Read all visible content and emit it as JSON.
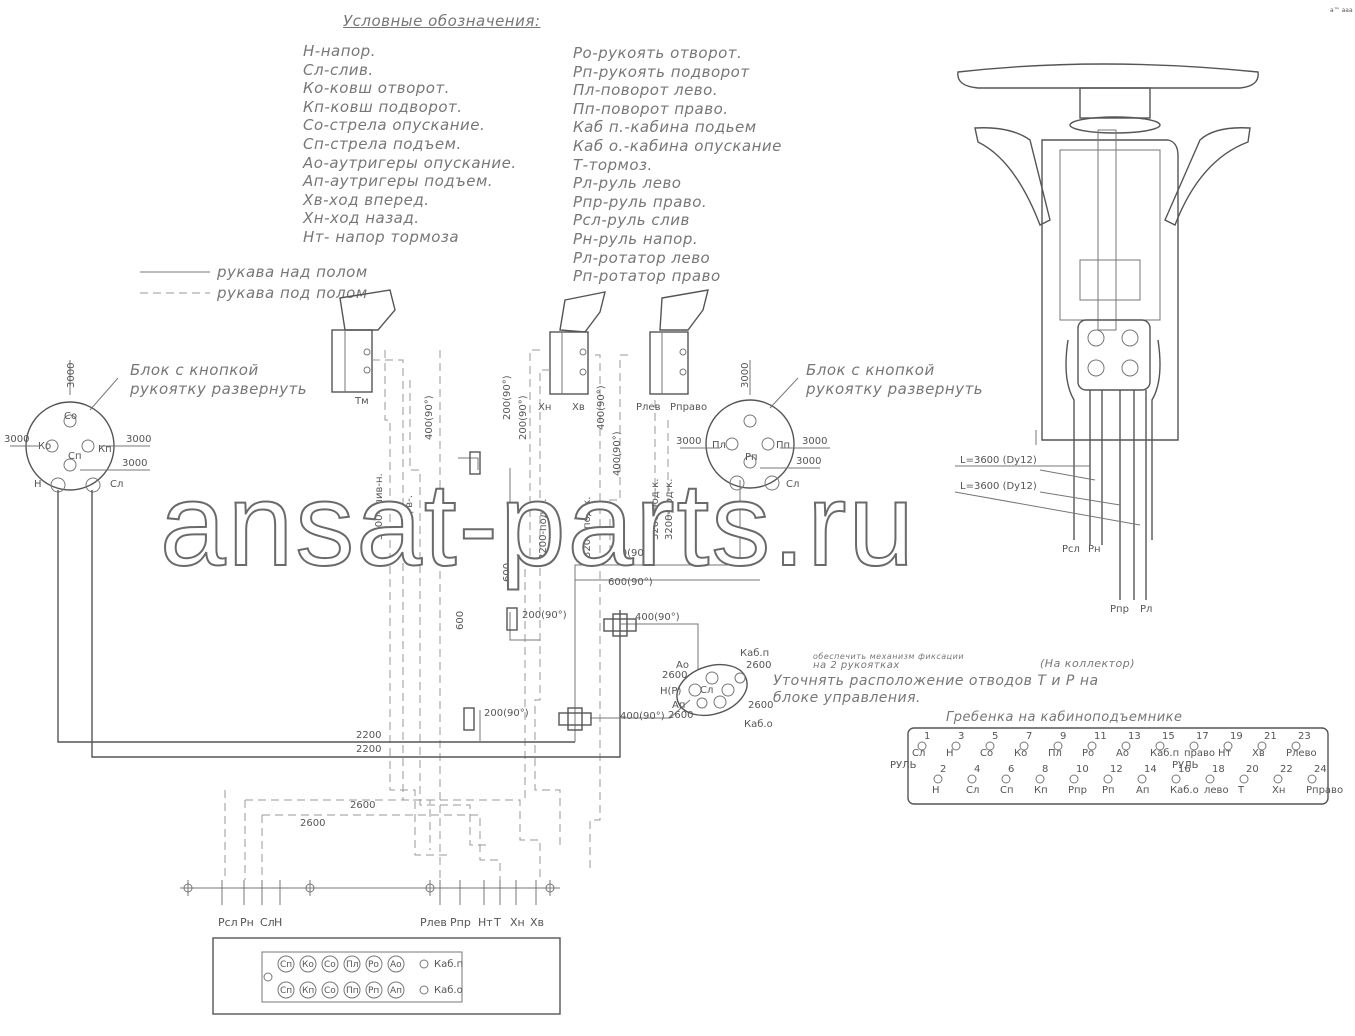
{
  "legend": {
    "title": "Условные обозначения:",
    "col1": [
      "Н-напор.",
      "Сл-слив.",
      "Ко-ковш отворот.",
      "Кп-ковш подворот.",
      "Со-стрела опускание.",
      "Сп-стрела подъем.",
      "Ао-аутригеры опускание.",
      "Ап-аутригеры подъем.",
      "Хв-ход вперед.",
      "Хн-ход назад.",
      "Нт- напор тормоза"
    ],
    "col2": [
      "Ро-рукоять отворот.",
      "Рп-рукоять подворот",
      "Пл-поворот лево.",
      "Пп-поворот право.",
      "Каб п.-кабина подьем",
      "Каб о.-кабина опускание",
      "Т-тормоз.",
      "Рл-руль лево",
      "Рпр-руль право.",
      "Рсл-руль слив",
      "Рн-руль напор.",
      "Рл-ротатор лево",
      "Рп-ротатор право"
    ],
    "hose_above": "рукава над полом",
    "hose_below": "рукава под полом"
  },
  "labels": {
    "block_left_1": "Блок с кнопкой",
    "block_left_2": "рукоятку развернуть",
    "block_right_1": "Блок с кнопкой",
    "block_right_2": "рукоятку развернуть",
    "clarify_1": "Уточнять расположение отводов Т и Р на",
    "clarify_2": "блоке управления.",
    "fixings": "обеспечить механизм фиксации",
    "fixings_2": "на 2 рукоятках",
    "collector": "(На коллектор)",
    "comb_title": "Гребенка на кабиноподъемнике",
    "l3600_a": "L=3600 (Dy12)",
    "l3600_b": "L=3600 (Dy12)",
    "rsl": "Рсл",
    "rn": "Рн",
    "rpr": "Рпр",
    "rl": "Рл",
    "tm": "Тм",
    "hn": "Хн",
    "hv": "Хв",
    "rlev": "Рлев",
    "rprav": "Рправо",
    "d2200a": "2200",
    "d2200b": "2200",
    "d2600a": "2600",
    "d2600b": "2600",
    "d3000": "3000",
    "d400_90a": "400(90°)",
    "d400_90b": "400(90°)",
    "d400_90c": "400(90°)",
    "d600_90a": "600(90°)",
    "d600_90b": "600(90°)",
    "d200_90a": "200(90°)",
    "d200_90b": "200(90°)",
    "d600": "600",
    "kabn": "Каб.п",
    "kabo": "Каб.о",
    "ao": "Ао",
    "ap": "Ап",
    "d2600": "2600"
  },
  "bottom_ports": [
    "Рсл",
    "Рн",
    "Сл",
    "Н",
    "Рлев",
    "Рпр",
    "Нт",
    "Т",
    "Хн",
    "Хв"
  ],
  "manifold_box": {
    "row1": [
      "Сп",
      "Ко",
      "Со",
      "Пл",
      "Ро",
      "Ао"
    ],
    "row2": [
      "Сп",
      "Кп",
      "Со",
      "Пп",
      "Рп",
      "Ап"
    ],
    "right1": "Каб.п",
    "right2": "Каб.о"
  },
  "comb": {
    "top_nums": [
      "1",
      "3",
      "5",
      "7",
      "9",
      "11",
      "13",
      "15",
      "17",
      "19",
      "21",
      "23"
    ],
    "top_labels": [
      "Сл",
      "Н",
      "Со",
      "Ко",
      "Пл",
      "Ро",
      "Ао",
      "Каб.п",
      "право",
      "Нт",
      "Хв",
      "Рлево"
    ],
    "bot_nums": [
      "2",
      "4",
      "6",
      "8",
      "10",
      "12",
      "14",
      "16",
      "18",
      "20",
      "22",
      "24"
    ],
    "bot_labels": [
      "Н",
      "Сл",
      "Сп",
      "Кп",
      "Рпр",
      "Рп",
      "Ап",
      "Каб.о",
      "лево",
      "Т",
      "Хн",
      "Рправо"
    ],
    "rul_top": "РУЛЬ",
    "rul_bot": "РУЛЬ"
  },
  "watermark": "ansat-parts.ru",
  "corner_mark": "a™ aaa"
}
